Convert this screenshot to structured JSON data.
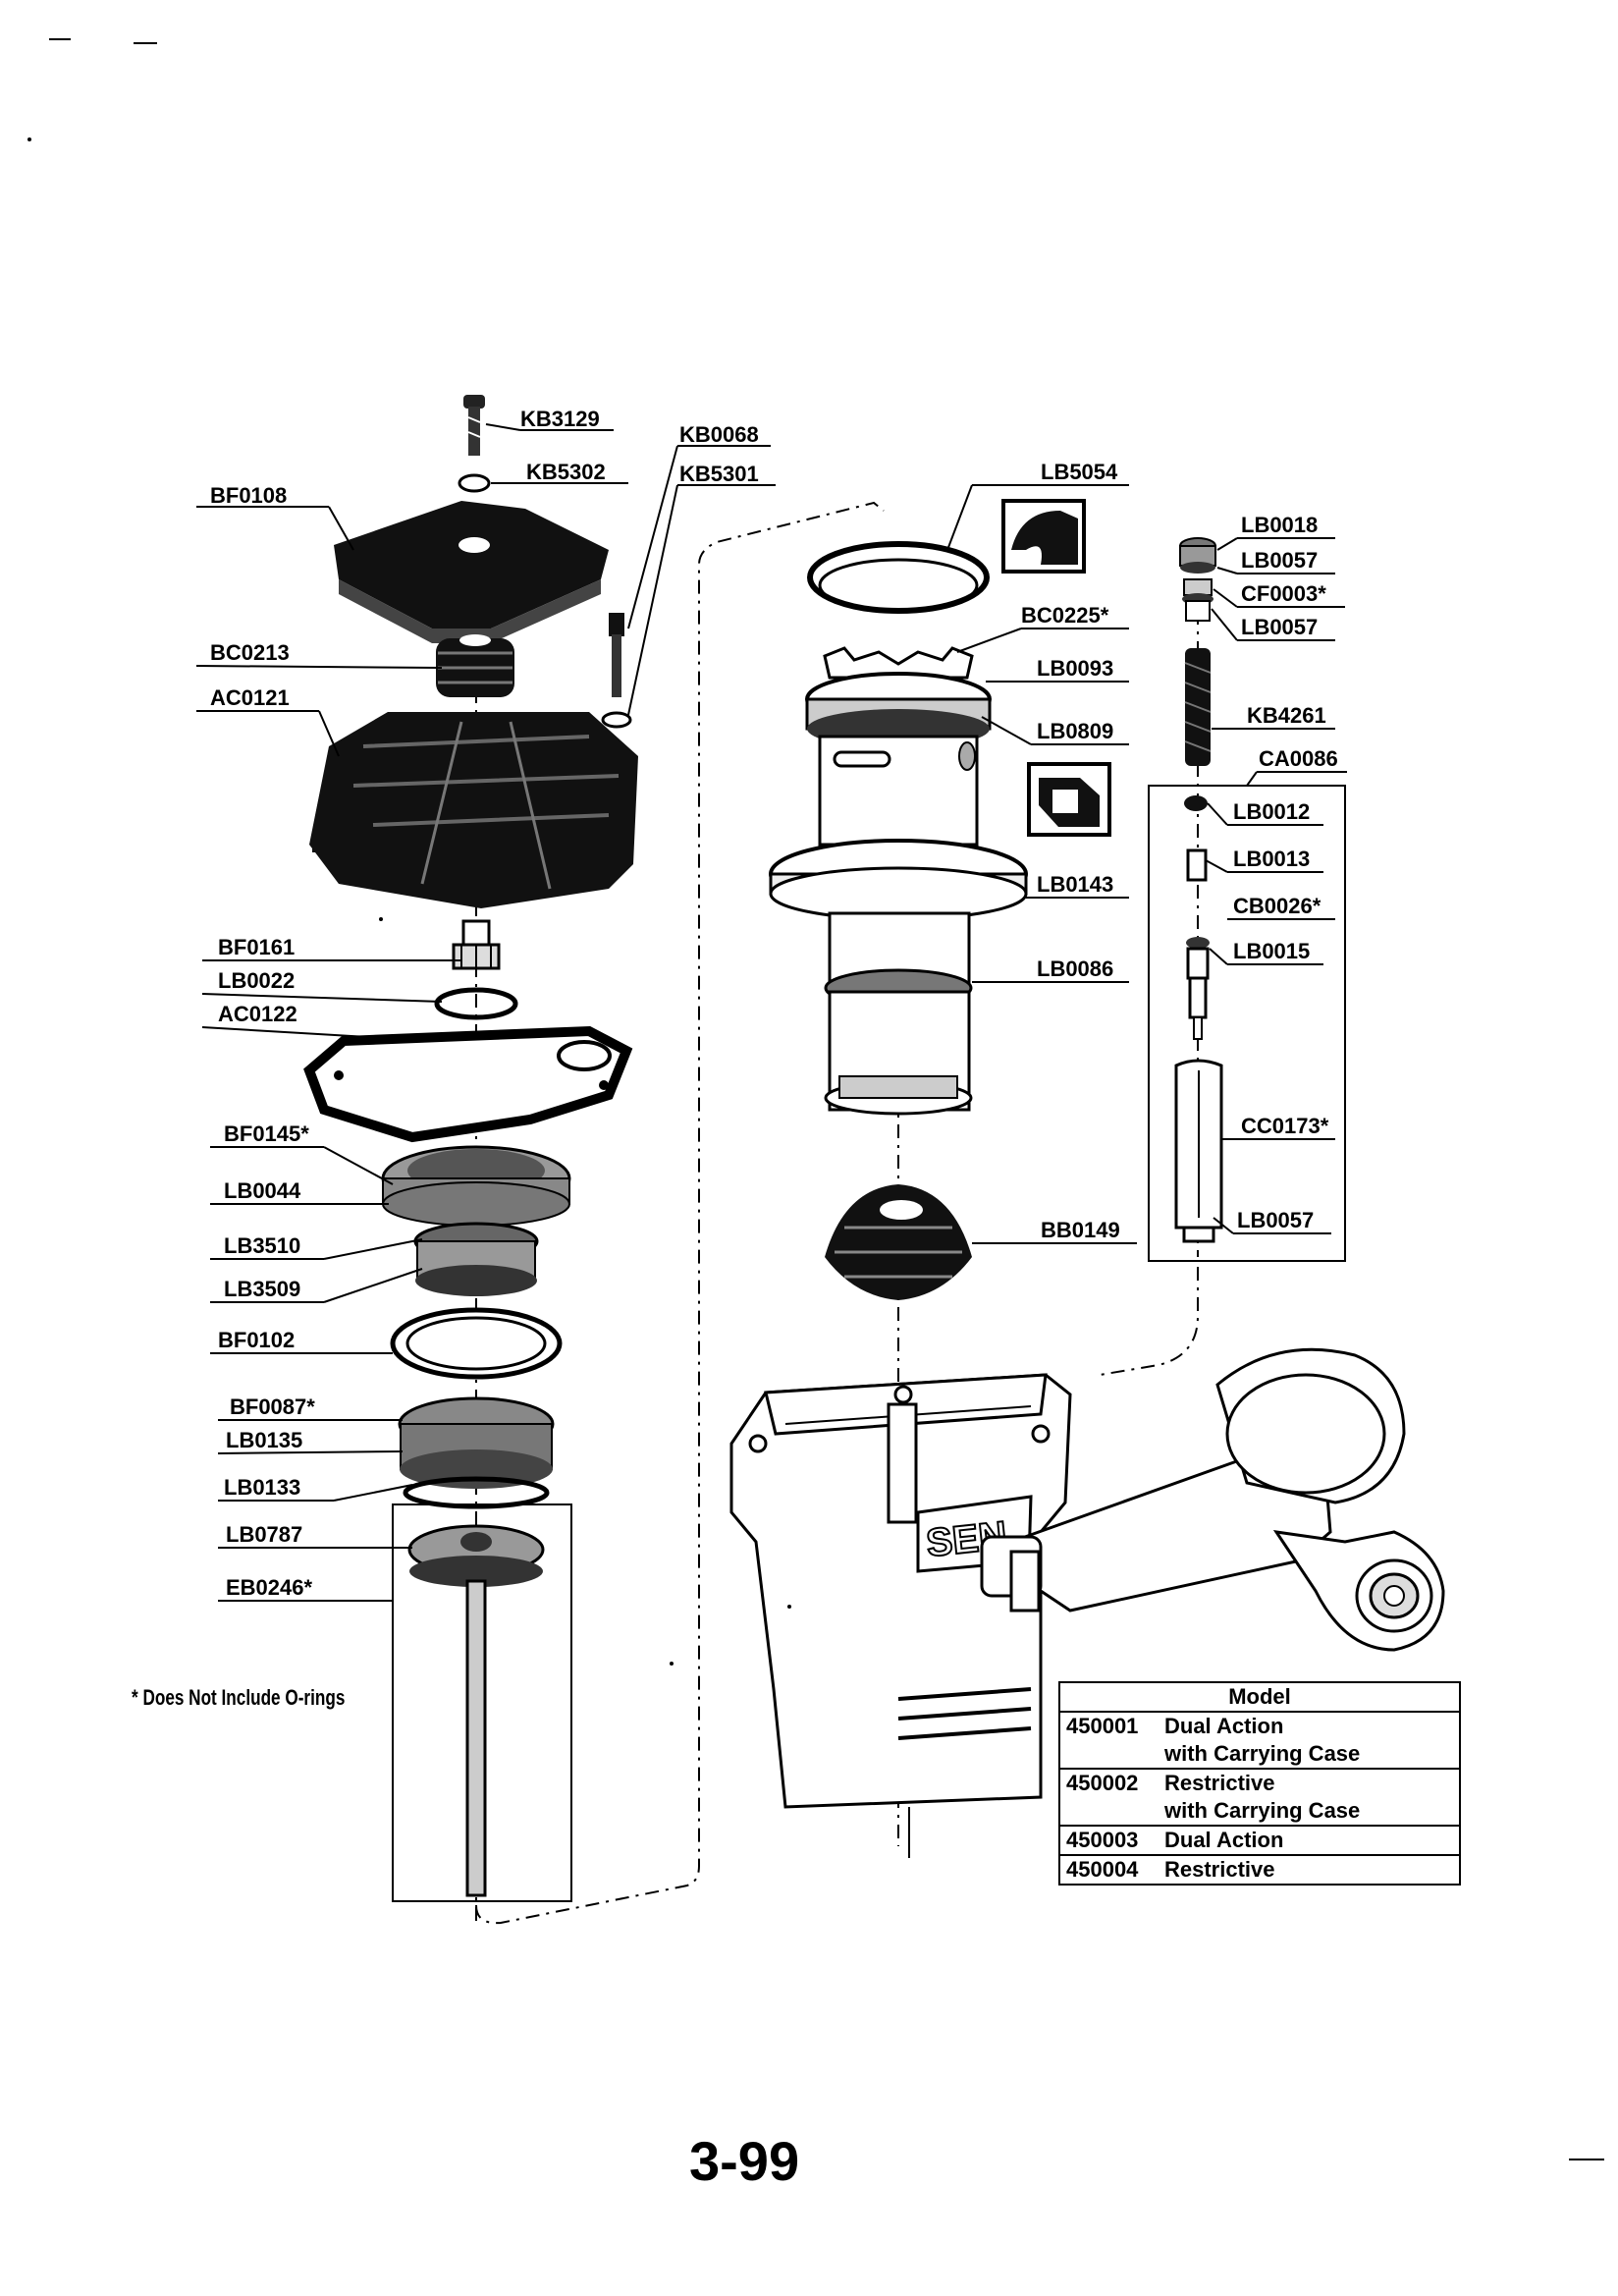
{
  "labels": {
    "kb3129": "KB3129",
    "kb0068": "KB0068",
    "kb5302": "KB5302",
    "kb5301": "KB5301",
    "bf0108": "BF0108",
    "bc0213": "BC0213",
    "ac0121": "AC0121",
    "bf0161": "BF0161",
    "lb0022": "LB0022",
    "ac0122": "AC0122",
    "bf0145": "BF0145*",
    "lb0044": "LB0044",
    "lb3510": "LB3510",
    "lb3509": "LB3509",
    "bf0102": "BF0102",
    "bf0087": "BF0087*",
    "lb0135": "LB0135",
    "lb0133": "LB0133",
    "lb0787": "LB0787",
    "eb0246": "EB0246*",
    "lb5054": "LB5054",
    "bc0225": "BC0225*",
    "lb0093": "LB0093",
    "lb0809": "LB0809",
    "lb0143": "LB0143",
    "lb0086": "LB0086",
    "bb0149": "BB0149",
    "lb0018": "LB0018",
    "lb0057a": "LB0057",
    "cf0003": "CF0003*",
    "lb0057b": "LB0057",
    "kb4261": "KB4261",
    "ca0086": "CA0086",
    "lb0012": "LB0012",
    "lb0013": "LB0013",
    "cb0026": "CB0026*",
    "lb0015": "LB0015",
    "cc0173": "CC0173*",
    "lb0057c": "LB0057"
  },
  "brand_text": "SEN",
  "footnote": "* Does Not Include O-rings",
  "model_table": {
    "header": "Model",
    "rows": [
      {
        "code": "450001",
        "line1": "Dual Action",
        "line2": "with Carrying Case"
      },
      {
        "code": "450002",
        "line1": "Restrictive",
        "line2": "with Carrying Case"
      },
      {
        "code": "450003",
        "line1": "Dual Action",
        "line2": ""
      },
      {
        "code": "450004",
        "line1": "Restrictive",
        "line2": ""
      }
    ]
  },
  "page_number": "3-99"
}
